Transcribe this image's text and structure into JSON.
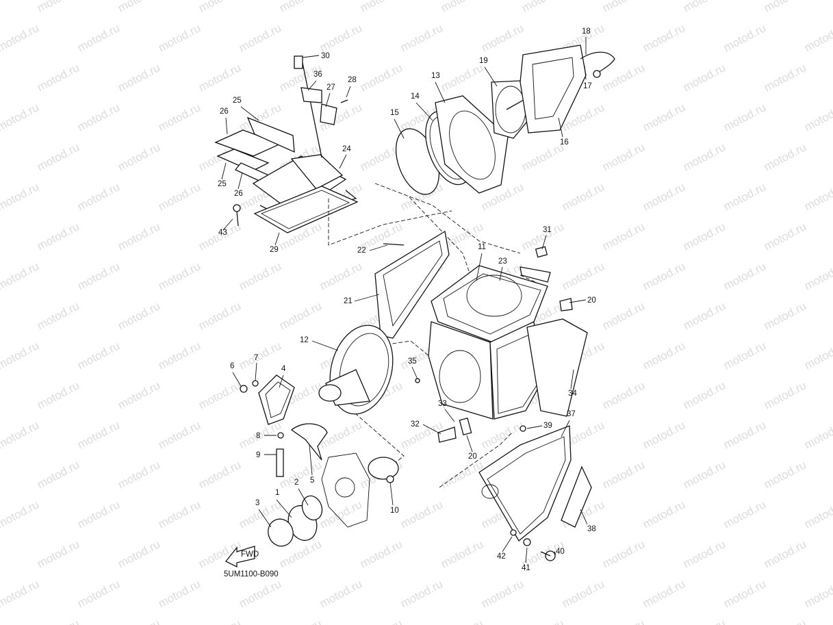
{
  "watermark": "motod.ru",
  "diagram_code": "5UM1100-B090",
  "fwd_label": "FWD",
  "callouts": [
    "1",
    "2",
    "3",
    "4",
    "5",
    "6",
    "7",
    "8",
    "9",
    "10",
    "11",
    "12",
    "13",
    "14",
    "15",
    "16",
    "17",
    "18",
    "19",
    "20",
    "20",
    "21",
    "22",
    "23",
    "24",
    "25",
    "25",
    "26",
    "26",
    "27",
    "28",
    "29",
    "30",
    "31",
    "32",
    "33",
    "34",
    "35",
    "36",
    "37",
    "38",
    "39",
    "40",
    "41",
    "42",
    "43"
  ]
}
